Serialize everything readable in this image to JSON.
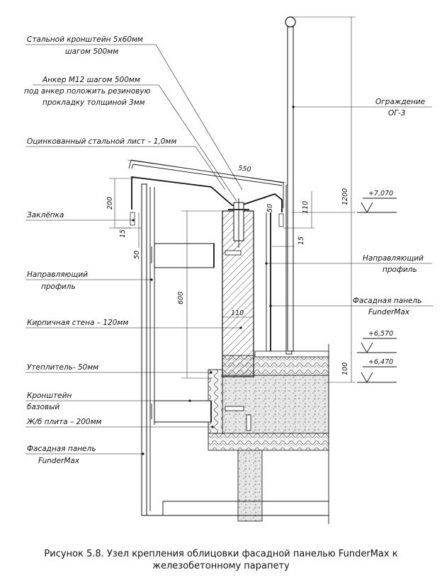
{
  "labels": {
    "bracket_line1": "Стальной кронштейн 5х60мм",
    "bracket_line2": "шагом 500мм",
    "anchor_line1": "Анкер М12 шагом 500мм",
    "anchor_line2": "под анкер положить резиновую",
    "anchor_line3": "прокладку толщиной 3мм",
    "sheet": "Оцинкованный стальной лист – 1,0мм",
    "rivet": "Заклёпка",
    "guide_left_line1": "Направляющий",
    "guide_left_line2": "профиль",
    "brick": "Кирпичная стена – 120мм",
    "insulation": "Утеплитель- 50мм",
    "base_bracket_line1": "Кронштейн",
    "base_bracket_line2": "базовый",
    "slab": "Ж/б плита – 200мм",
    "panel_left_line1": "Фасадная панель",
    "panel_left_line2": "FunderMax",
    "fence_line1": "Ограждение",
    "fence_line2": "ОГ-3",
    "guide_right_line1": "Направляющий",
    "guide_right_line2": "профиль",
    "panel_right_line1": "Фасадная панель",
    "panel_right_line2": "FunderMax"
  },
  "levels": {
    "top": "+7,070",
    "mid": "+6,570",
    "low": "+6,470"
  },
  "dimensions": {
    "d550": "550",
    "d200": "200",
    "d50_left": "50",
    "d15_left": "15",
    "d50_right": "50",
    "d110_top": "110",
    "d15_right": "15",
    "d600": "600",
    "d110_mid": "110",
    "d1200": "1200",
    "d100": "100"
  },
  "caption": {
    "line1": "Рисунок 5.8. Узел крепления облицовки фасадной панелью FunderMax к",
    "line2": "железобетонному парапету"
  }
}
